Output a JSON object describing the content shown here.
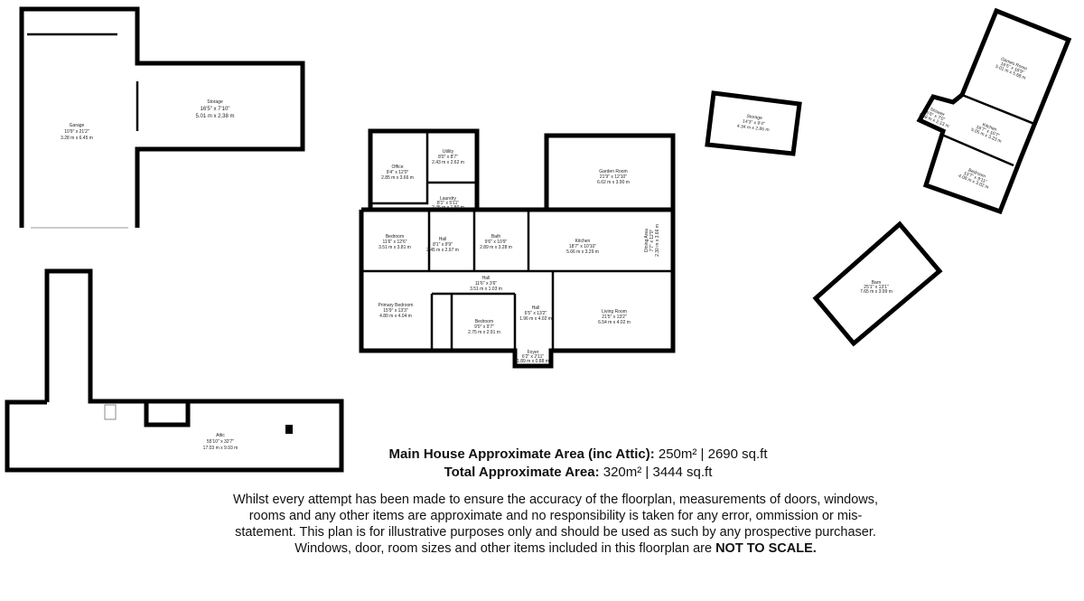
{
  "rooms": {
    "garage": {
      "name": "Garage",
      "imperial": "10'9\" x 21'2\"",
      "metric": "3.28 m x 6.45 m"
    },
    "storage1": {
      "name": "Storage",
      "imperial": "16'5\" x 7'10\"",
      "metric": "5.01 m x 2.38 m"
    },
    "office": {
      "name": "Office",
      "imperial": "9'4\" x 12'0\"",
      "metric": "2.85 m x 3.66 m"
    },
    "utility": {
      "name": "Utility",
      "imperial": "8'0\" x 8'7\"",
      "metric": "2.43 m x 2.62 m"
    },
    "laundry": {
      "name": "Laundry",
      "imperial": "8'1\" x 5'11\"",
      "metric": "2.45 m x 1.80 m"
    },
    "garden_room": {
      "name": "Garden Room",
      "imperial": "21'9\" x 12'10\"",
      "metric": "6.62 m x 3.90 m"
    },
    "bedroom1": {
      "name": "Bedroom",
      "imperial": "11'6\" x 12'6\"",
      "metric": "3.51 m x 3.81 m"
    },
    "hall1": {
      "name": "Hall",
      "imperial": "8'1\" x 9'9\"",
      "metric": "2.45 m x 2.97 m"
    },
    "bath": {
      "name": "Bath",
      "imperial": "9'6\" x 10'9\"",
      "metric": "2.89 m x 3.28 m"
    },
    "kitchen": {
      "name": "Kitchen",
      "imperial": "18'7\" x 10'10\"",
      "metric": "5.66 m x 3.29 m"
    },
    "dining": {
      "name": "Dining Area",
      "imperial": "7'7\" x 12'0\"",
      "metric": "2.30 m x 3.66 m"
    },
    "hall2": {
      "name": "Hall",
      "imperial": "11'6\" x 3'6\"",
      "metric": "3.51 m x 1.03 m"
    },
    "primary_bedroom": {
      "name": "Primary Bedroom",
      "imperial": "15'9\" x 13'3\"",
      "metric": "4.80 m x 4.04 m"
    },
    "bedroom2": {
      "name": "Bedroom",
      "imperial": "9'0\" x 9'7\"",
      "metric": "2.75 m x 2.91 m"
    },
    "hall3": {
      "name": "Hall",
      "imperial": "6'5\" x 13'2\"",
      "metric": "1.96 m x 4.02 m"
    },
    "living_room": {
      "name": "Living Room",
      "imperial": "21'5\" x 13'2\"",
      "metric": "6.54 m x 4.02 m"
    },
    "foyer": {
      "name": "Foyer",
      "imperial": "6'2\" x 2'11\"",
      "metric": "1.89 m x 0.88 m"
    },
    "storage2": {
      "name": "Storage",
      "imperial": "14'3\" x 9'4\"",
      "metric": "4.34 m x 2.85 m"
    },
    "games_room": {
      "name": "Games Room",
      "imperial": "16'5\" x 18'9\"",
      "metric": "5.01 m x 5.68 m"
    },
    "shower": {
      "name": "Shower",
      "imperial": "5'6\" x 7'0\"",
      "metric": "1.68 m x 2.13 m"
    },
    "kitchen2": {
      "name": "Kitchen",
      "imperial": "16'7\" x 10'7\"",
      "metric": "5.05 m x 3.23 m"
    },
    "bedroom3": {
      "name": "Bedroom",
      "imperial": "13'7\" x 9'11\"",
      "metric": "4.08 m x 3.02 m"
    },
    "barn": {
      "name": "Barn",
      "imperial": "25'1\" x 13'1\"",
      "metric": "7.65 m x 3.99 m"
    },
    "attic": {
      "name": "Attic",
      "imperial": "55'10\" x 32'7\"",
      "metric": "17.03 m x 9.93 m"
    }
  },
  "summary": {
    "main_label": "Main House Approximate Area (inc Attic):",
    "main_value": "250m² | 2690 sq.ft",
    "total_label": "Total Approximate Area:",
    "total_value": "320m² | 3444 sq.ft"
  },
  "disclaimer": {
    "text": "Whilst every attempt has been made to ensure the accuracy of the floorplan, measurements of doors, windows, rooms and any other items are approximate and no responsibility is taken for any error, ommission or mis-statement. This plan is for illustrative purposes only and should be used as such by any prospective purchaser. Windows, door, room sizes and other items included in this floorplan are",
    "emphasis": "NOT TO SCALE."
  }
}
